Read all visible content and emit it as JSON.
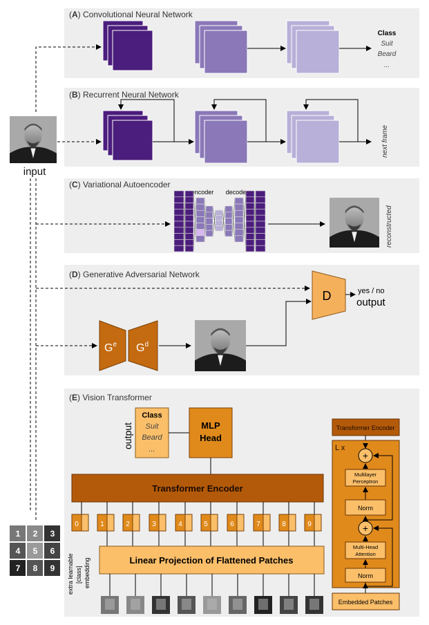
{
  "input_label": "input",
  "panels": {
    "a": {
      "letter": "A",
      "title": "Convolutional Neural Network",
      "class_head": "Class",
      "class_items": [
        "Suit",
        "Beard",
        "..."
      ]
    },
    "b": {
      "letter": "B",
      "title": "Recurrent Neural Network",
      "output": "next frame"
    },
    "c": {
      "letter": "C",
      "title": "Variational Autoencoder",
      "encoder": "encoder",
      "decoder": "decoder",
      "output": "reconstructed"
    },
    "d": {
      "letter": "D",
      "title": "Generative Adversarial Network",
      "disc": "D",
      "gen_e": "G",
      "gen_e_sup": "e",
      "gen_d": "G",
      "gen_d_sup": "d",
      "answer": "yes / no",
      "output": "output"
    },
    "e": {
      "letter": "E",
      "title": "Vision Transformer",
      "output": "output",
      "class_head": "Class",
      "class_items": [
        "Suit",
        "Beard",
        "..."
      ],
      "mlp": [
        "MLP",
        "Head"
      ],
      "encoder": "Transformer Encoder",
      "projection": "Linear Projection of Flattened Patches",
      "embedding_label": [
        "extra learnable",
        "[class]",
        "embedding"
      ],
      "tokens": [
        "0",
        "1",
        "2",
        "3",
        "4",
        "5",
        "6",
        "7",
        "8",
        "9"
      ],
      "patch_grid": [
        "1",
        "2",
        "3",
        "4",
        "5",
        "6",
        "7",
        "8",
        "9"
      ],
      "detail": {
        "title": "Transformer Encoder",
        "repeat": "L x",
        "mlp": [
          "Multilayer",
          "Perceptron"
        ],
        "norm": "Norm",
        "attn": [
          "Multi-Head",
          "Attention"
        ],
        "plus": "+",
        "embedded": "Embedded Patches"
      }
    }
  },
  "colors": {
    "panel_bg": "#eeeeee",
    "cnn_dark": "#4b1d7c",
    "cnn_mid": "#8a78b8",
    "cnn_light": "#b8b0d8",
    "gan_orange": "#f5b05c",
    "gan_brown": "#c46a10",
    "vit_orange": "#e08a1c",
    "vit_light": "#fbbf6a",
    "vit_dark": "#b35a0a"
  }
}
